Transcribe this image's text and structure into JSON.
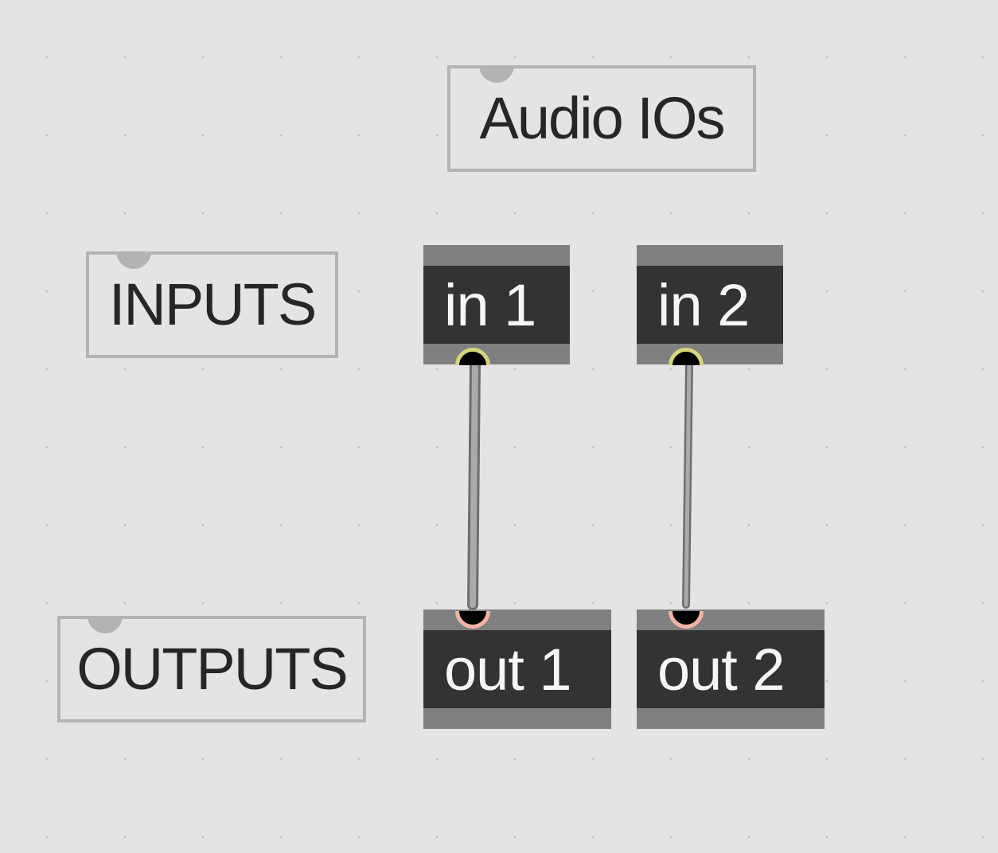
{
  "comments": {
    "title": "Audio IOs",
    "inputs": "INPUTS",
    "outputs": "OUTPUTS"
  },
  "objects": [
    {
      "label": "in 1"
    },
    {
      "label": "in 2"
    },
    {
      "label": "out 1"
    },
    {
      "label": "out 2"
    }
  ],
  "colors": {
    "background": "#e4e4e4",
    "object_body": "#333333",
    "outlet_ring": "#d6d67a",
    "inlet_ring": "#f2b4a4",
    "cable": "#a8a8a8"
  }
}
